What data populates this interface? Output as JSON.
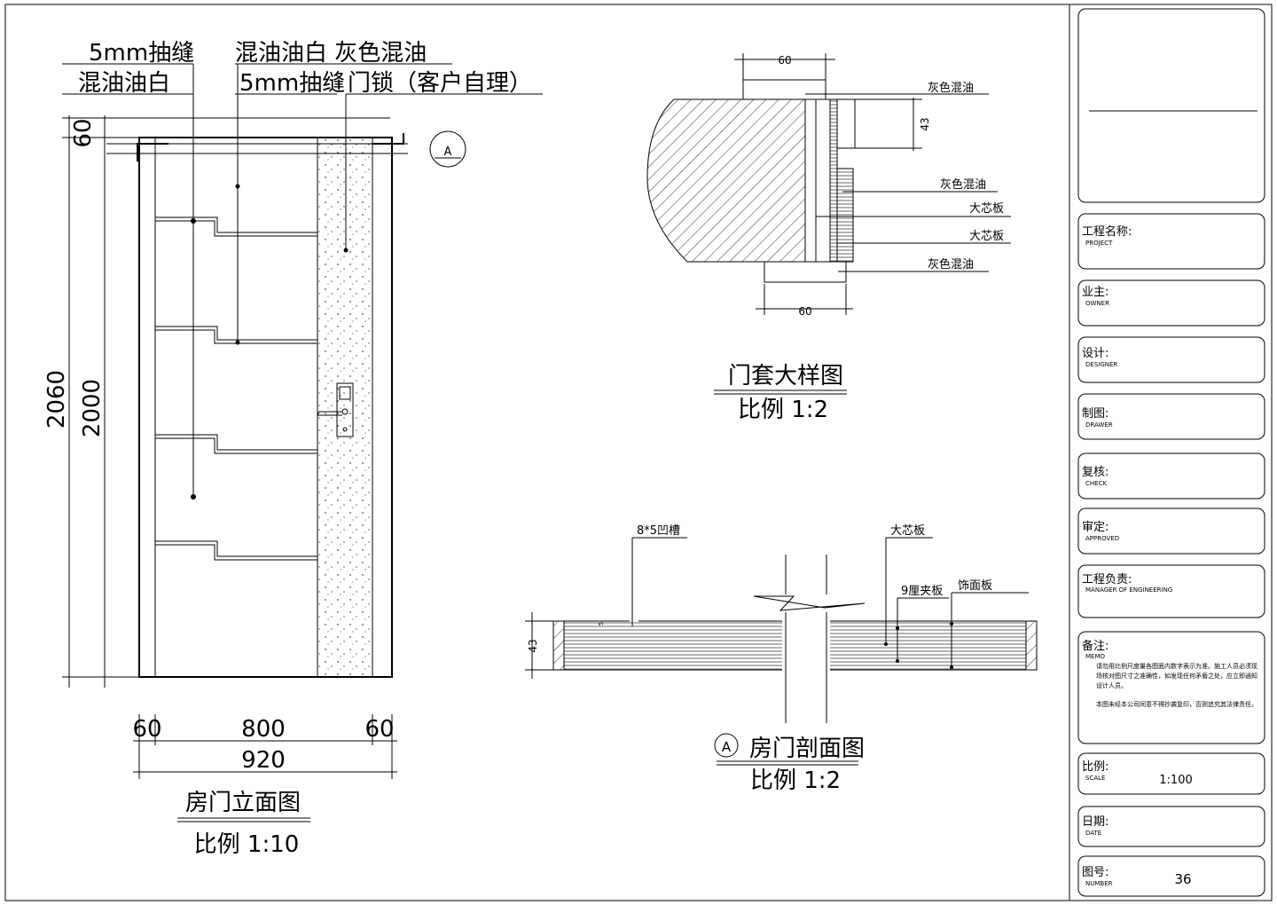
{
  "elevation": {
    "callouts": {
      "left_top": "5mm抽缝",
      "left_bottom": "混油油白",
      "right_top": "混油油白 灰色混油",
      "right_mid": "5mm抽缝",
      "right_bottom": "门锁（客户自理）"
    },
    "dims": {
      "d60_top": "60",
      "d2060": "2060",
      "d2000": "2000",
      "d60_left": "60",
      "d800": "800",
      "d60_right": "60",
      "d920": "920"
    },
    "section_marker": "A",
    "title": "房门立面图",
    "scale": "比例 1:10"
  },
  "detail": {
    "dims": {
      "top": "60",
      "bottom": "60",
      "side": "43"
    },
    "labels": [
      "灰色混油",
      "灰色混油",
      "大芯板",
      "大芯板",
      "灰色混油"
    ],
    "title": "门套大样图",
    "scale": "比例 1:2"
  },
  "section": {
    "labels": {
      "groove": "8*5凹槽",
      "core": "大芯板",
      "ply": "9厘夹板",
      "veneer": "饰面板"
    },
    "dims": {
      "thick": "43",
      "five": "5"
    },
    "marker": "A",
    "title": "房门剖面图",
    "scale": "比例 1:2"
  },
  "titleblock": {
    "rows": [
      {
        "cn": "工程名称:",
        "en": "PROJECT",
        "value": ""
      },
      {
        "cn": "业主:",
        "en": "OWNER",
        "value": ""
      },
      {
        "cn": "设计:",
        "en": "DESIGNER",
        "value": ""
      },
      {
        "cn": "制图:",
        "en": "DRAWER",
        "value": ""
      },
      {
        "cn": "复核:",
        "en": "CHECK",
        "value": ""
      },
      {
        "cn": "审定:",
        "en": "APPROVED",
        "value": ""
      },
      {
        "cn": "工程负责:",
        "en": "MANAGER OF ENGINEERING",
        "value": ""
      },
      {
        "cn": "备注:",
        "en": "MEMO",
        "value": ""
      },
      {
        "cn": "比例:",
        "en": "SCALE",
        "value": "1:100"
      },
      {
        "cn": "日期:",
        "en": "DATE",
        "value": ""
      },
      {
        "cn": "图号:",
        "en": "NUMBER",
        "value": "36"
      }
    ],
    "memo_text_1": "请勿用比例尺度量各图面内数字表示为准。施工人员必须现场核对图尺寸之准确性，如发现任何矛盾之处，应立即通知设计人员。",
    "memo_text_2": "本图未经本公司同意不得抄袭复印，否则追究其法律责任。"
  }
}
